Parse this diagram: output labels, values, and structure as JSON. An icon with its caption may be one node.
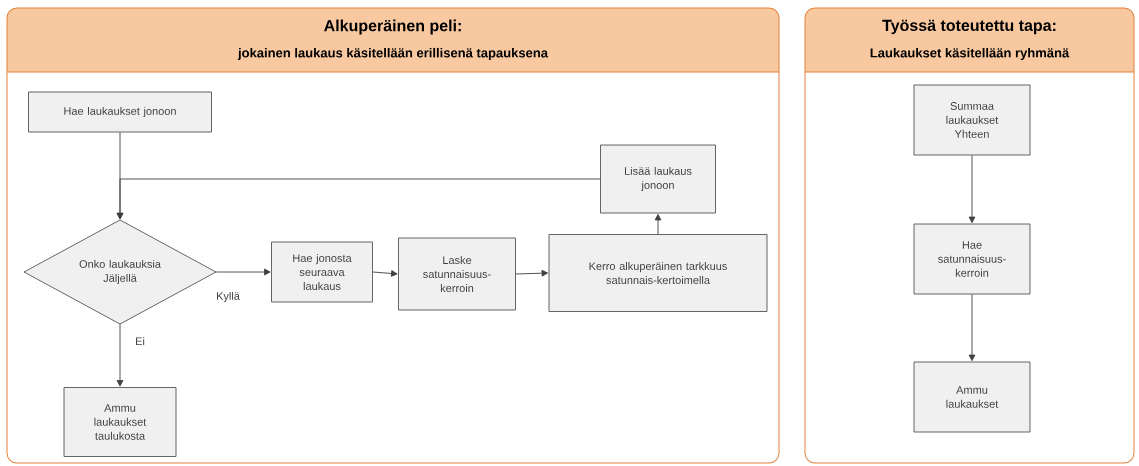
{
  "diagram": {
    "nodes": [
      {
        "text": [
          "Alkuperäinen peli:",
          "jokainen laukaus käsitellään erillisenä tapauksena"
        ]
      },
      {
        "text": [
          "Hae laukaukset jonoon"
        ],
        "in": 0
      },
      {
        "text": [
          "Onko laukauksia Jäljellä"
        ],
        "in": 0
      },
      {
        "text": [
          "Hae jonosta seuraava laukaus"
        ],
        "in": 0
      },
      {
        "text": [
          "Laske satunnaisuus-kerroin"
        ],
        "in": 0
      },
      {
        "text": [
          "Kerro alkuperäinen tarkkuus satunnais-kertoimella"
        ],
        "in": 0
      },
      {
        "text": [
          "Lisää laukaus jonoon"
        ],
        "in": 0
      },
      {
        "text": [
          "Ammu laukaukset taulukosta"
        ],
        "in": 0
      },
      {
        "text": [
          "Työssä toteutettu tapa:",
          "Laukaukset käsitellään ryhmänä"
        ]
      },
      {
        "text": [
          "Summaa laukaukset Yhteen"
        ],
        "in": 8
      },
      {
        "text": [
          "Hae satunnaisuus-kerroin"
        ],
        "in": 8
      },
      {
        "text": [
          "Ammu laukaukset"
        ],
        "in": 8
      }
    ],
    "edges": [
      {
        "from": 1,
        "to": 2,
        "arrow": "to"
      },
      {
        "from": 6,
        "to": 2,
        "arrow": "to"
      },
      {
        "from": 2,
        "to": 3,
        "arrow": "to",
        "label": "Kyllä"
      },
      {
        "from": 3,
        "to": 4,
        "arrow": "to"
      },
      {
        "from": 4,
        "to": 5,
        "arrow": "to"
      },
      {
        "from": 5,
        "to": 6,
        "arrow": "to"
      },
      {
        "from": 2,
        "to": 7,
        "arrow": "to",
        "label": "Ei"
      },
      {
        "from": 9,
        "to": 10,
        "arrow": "to"
      },
      {
        "from": 10,
        "to": 11,
        "arrow": "to"
      }
    ]
  }
}
